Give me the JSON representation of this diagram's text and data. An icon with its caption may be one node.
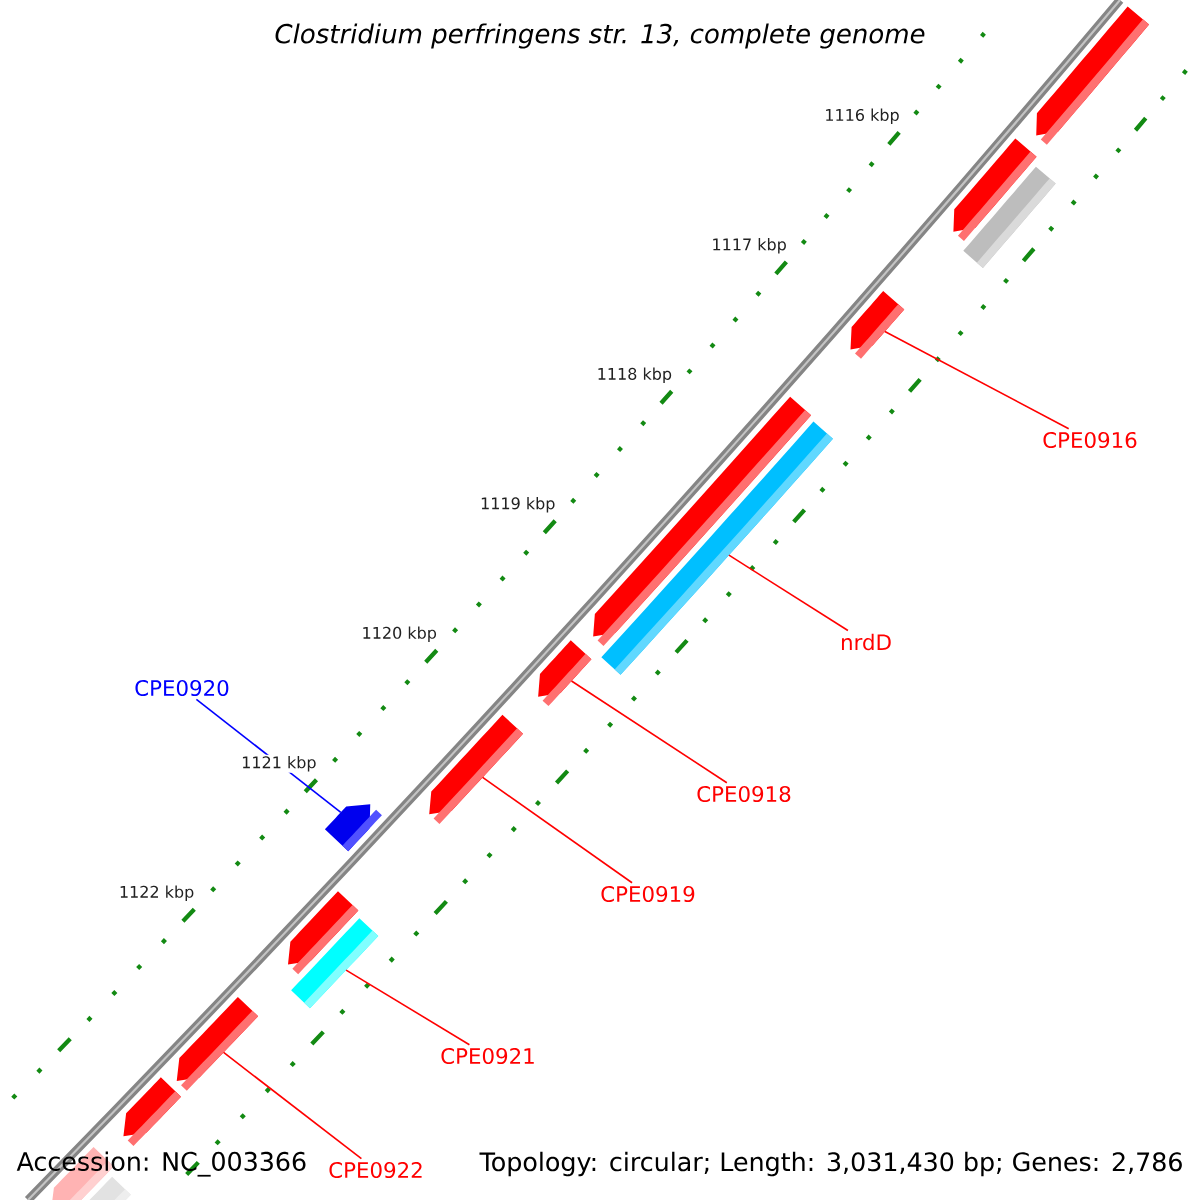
{
  "diagram": {
    "title": "Clostridium perfringens str. 13, complete genome",
    "nodes": [
      {
        "text": [
          "CPE0916"
        ]
      },
      {
        "text": [
          "nrdD"
        ]
      },
      {
        "text": [
          "CPE0920"
        ]
      },
      {
        "text": [
          "CPE0918"
        ]
      },
      {
        "text": [
          "CPE0919"
        ]
      },
      {
        "text": [
          "CPE0921"
        ]
      },
      {
        "text": [
          "CPE0922"
        ]
      },
      {
        "text": [],
        "shape": "pentagon"
      },
      {
        "text": [],
        "shape": "pentagon"
      },
      {
        "text": [],
        "shape": "bar"
      },
      {
        "text": [],
        "shape": "pentagon"
      },
      {
        "text": [],
        "shape": "pentagon"
      },
      {
        "text": [],
        "shape": "bar"
      },
      {
        "text": [],
        "shape": "pentagon"
      },
      {
        "text": [],
        "shape": "pentagon"
      },
      {
        "text": [],
        "shape": "pentagon"
      },
      {
        "text": [],
        "shape": "pentagon"
      },
      {
        "text": [],
        "shape": "bar"
      },
      {
        "text": [],
        "shape": "pentagon"
      },
      {
        "text": [],
        "shape": "pentagon"
      },
      {
        "text": [],
        "shape": "pentagon"
      },
      {
        "text": [],
        "shape": "bar"
      }
    ],
    "edges": [
      {
        "from": 0,
        "to": 10,
        "arrow": "none"
      },
      {
        "from": 1,
        "to": 12,
        "arrow": "none"
      },
      {
        "from": 2,
        "to": 15,
        "arrow": "none",
        "color": "#0000ff"
      },
      {
        "from": 3,
        "to": 13,
        "arrow": "none"
      },
      {
        "from": 4,
        "to": 14,
        "arrow": "none"
      },
      {
        "from": 5,
        "to": 17,
        "arrow": "none"
      },
      {
        "from": 6,
        "to": 18,
        "arrow": "none"
      }
    ],
    "labels": [
      "1116 kbp",
      "1117 kbp",
      "1118 kbp",
      "1119 kbp",
      "1120 kbp",
      "1121 kbp",
      "1122 kbp",
      "Accession: NC_003366",
      "Topology: circular; Length: 3,031,430 bp; Genes: 2,786"
    ]
  }
}
